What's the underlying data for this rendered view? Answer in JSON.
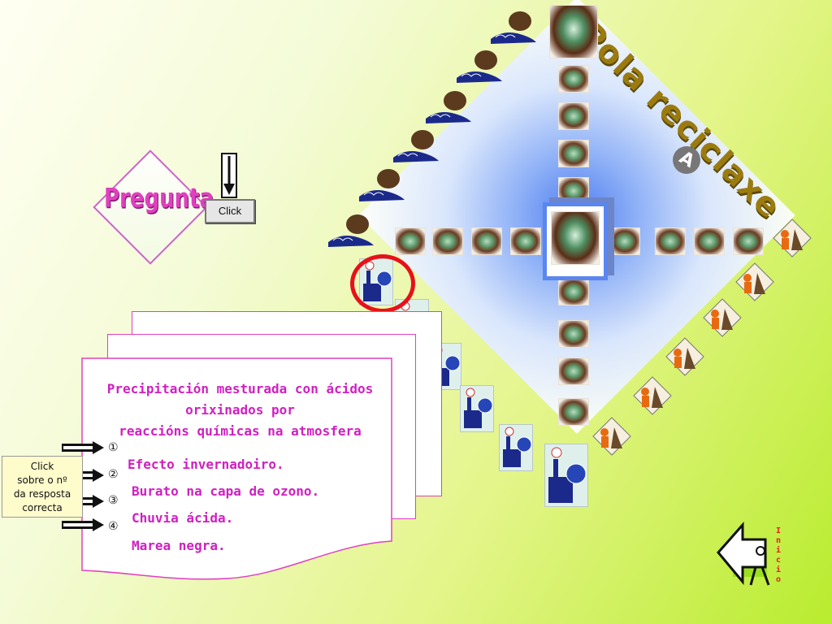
{
  "title": "Pola reciclaxe",
  "badge": "A",
  "question_box": {
    "label": "Pregunta"
  },
  "click_button": {
    "label": "Click"
  },
  "question": {
    "line1": "Precipitación mesturada con ácidos",
    "line2": "orixinados por",
    "line3": "reaccións químicas na atmosfera"
  },
  "answers": [
    {
      "number": "①",
      "text": "Efecto invernadoiro."
    },
    {
      "number": "②",
      "text": "Burato na capa de ozono."
    },
    {
      "number": "③",
      "text": "Chuvia ácida."
    },
    {
      "number": "④",
      "text": "Marea negra."
    }
  ],
  "hint": {
    "line1": "Click",
    "line2": "sobre o nº",
    "line3": "da resposta",
    "line4": "correcta"
  },
  "home_button": {
    "label": "Inicio"
  },
  "colors": {
    "accent": "#d020c0",
    "highlight_ring": "#e8101a",
    "title": "#9b7b10",
    "glow": "#4f7df0"
  },
  "icons": [
    "earth-in-hands-icon",
    "pouring-water-icon",
    "factory-globe-icon",
    "recycler-person-icon",
    "down-arrow-icon",
    "right-arrow-icon",
    "home-arrow-icon"
  ]
}
